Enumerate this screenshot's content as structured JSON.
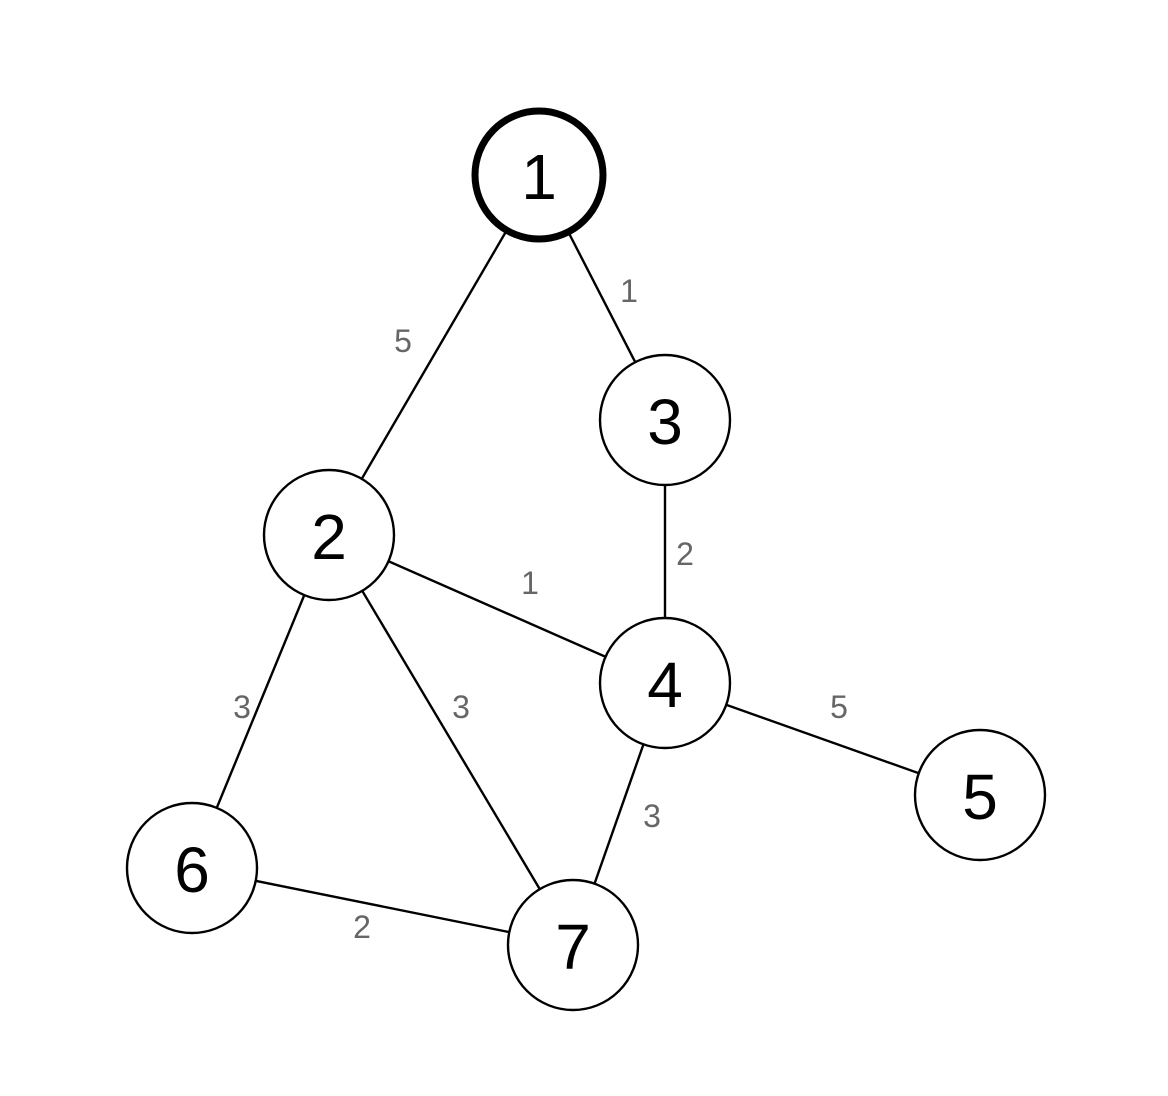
{
  "graph": {
    "nodes": [
      {
        "id": "1",
        "label": "1",
        "start": true
      },
      {
        "id": "2",
        "label": "2",
        "start": false
      },
      {
        "id": "3",
        "label": "3",
        "start": false
      },
      {
        "id": "4",
        "label": "4",
        "start": false
      },
      {
        "id": "5",
        "label": "5",
        "start": false
      },
      {
        "id": "6",
        "label": "6",
        "start": false
      },
      {
        "id": "7",
        "label": "7",
        "start": false
      }
    ],
    "edges": [
      {
        "from": "1",
        "to": "2",
        "weight": "5"
      },
      {
        "from": "1",
        "to": "3",
        "weight": "1"
      },
      {
        "from": "3",
        "to": "4",
        "weight": "2"
      },
      {
        "from": "2",
        "to": "4",
        "weight": "1"
      },
      {
        "from": "2",
        "to": "6",
        "weight": "3"
      },
      {
        "from": "2",
        "to": "7",
        "weight": "3"
      },
      {
        "from": "4",
        "to": "5",
        "weight": "5"
      },
      {
        "from": "4",
        "to": "7",
        "weight": "3"
      },
      {
        "from": "6",
        "to": "7",
        "weight": "2"
      }
    ]
  },
  "colors": {
    "node_stroke": "#000000",
    "node_fill": "#ffffff",
    "edge": "#000000",
    "weight_text": "#666666"
  }
}
